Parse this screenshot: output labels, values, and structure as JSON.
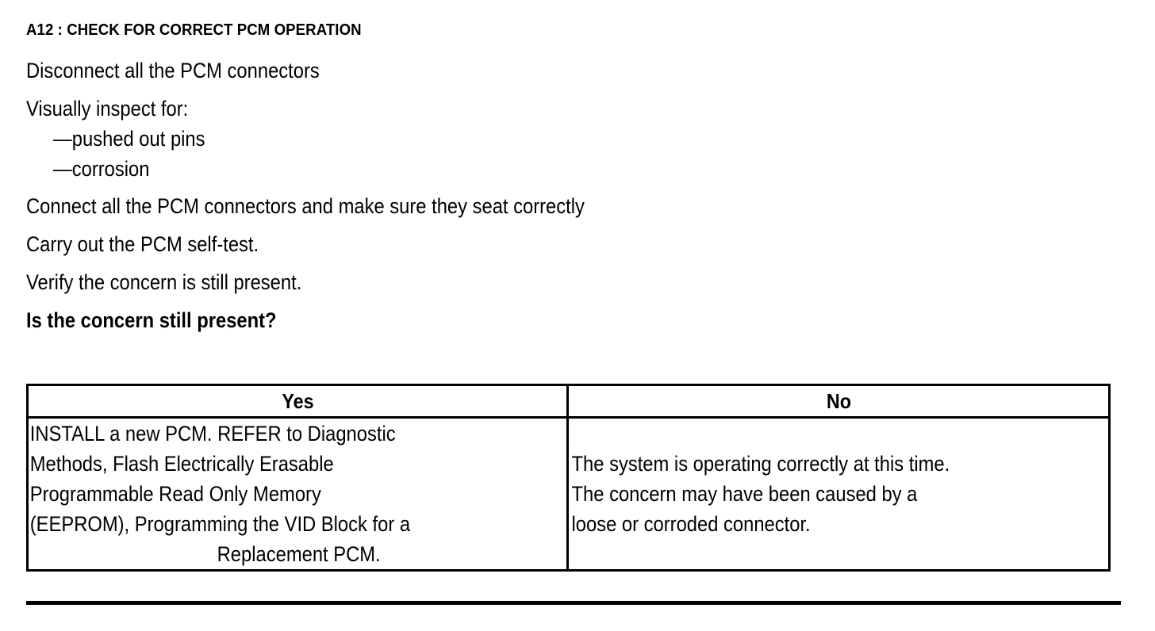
{
  "document": {
    "step_heading": "A12 : CHECK FOR CORRECT PCM OPERATION",
    "procedure": {
      "disconnect": "Disconnect all the PCM connectors",
      "inspect_intro": "Visually inspect for:",
      "inspect_items": [
        "—pushed out pins",
        "—corrosion"
      ],
      "connect": "Connect all the PCM connectors and make sure they seat correctly",
      "self_test": "Carry out the PCM self-test.",
      "verify": "Verify the concern is still present.",
      "question": "Is the concern still present?"
    },
    "decision_table": {
      "headers": {
        "yes": "Yes",
        "no": "No"
      },
      "yes_cell_lines": [
        "INSTALL a new PCM. REFER to Diagnostic",
        "Methods, Flash Electrically Erasable",
        "Programmable Read Only Memory",
        "(EEPROM), Programming the VID Block for a",
        "Replacement PCM."
      ],
      "no_cell_lines": [
        "The system is operating correctly at this time.",
        "The concern may have been caused by a",
        "loose or corroded connector."
      ]
    },
    "colors": {
      "text": "#000000",
      "background": "#ffffff",
      "rule": "#000000"
    }
  }
}
